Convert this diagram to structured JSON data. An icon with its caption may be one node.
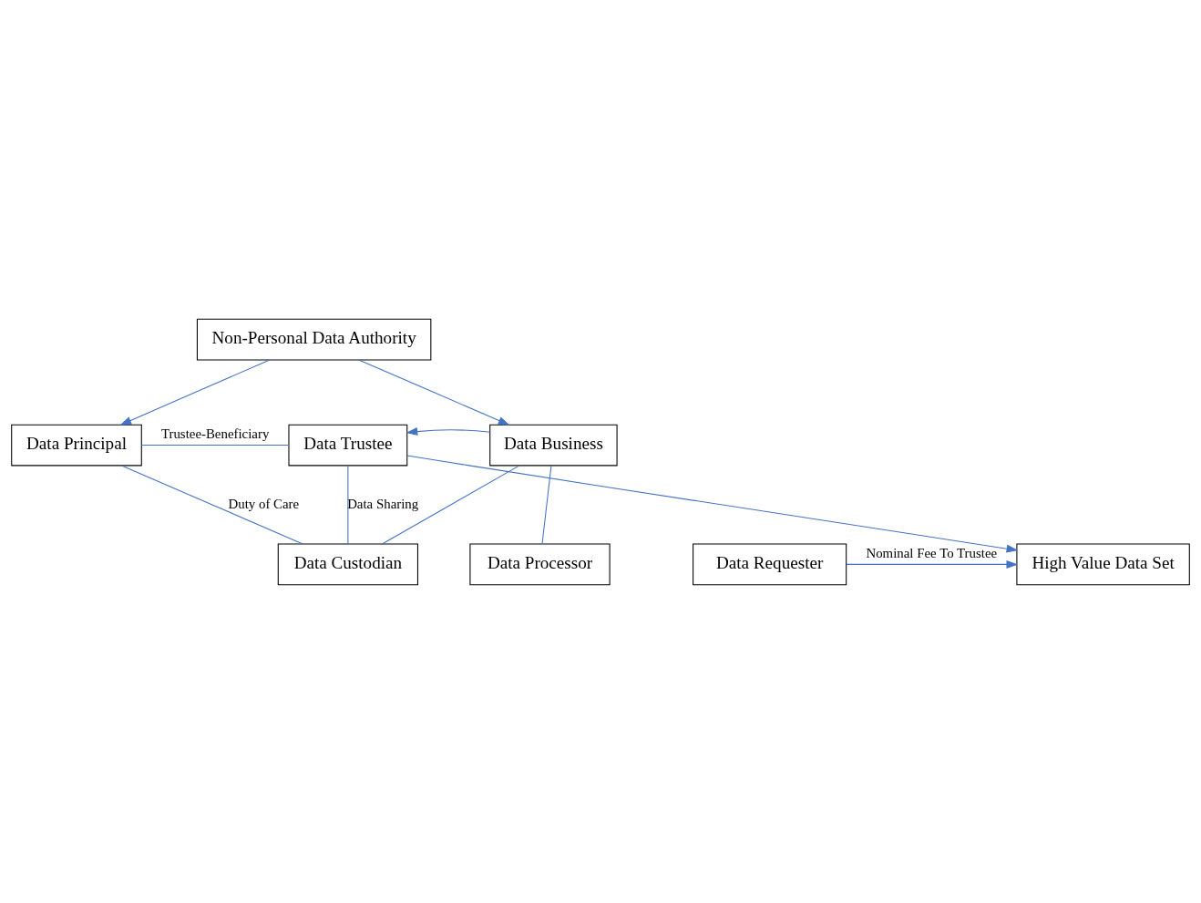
{
  "diagram": {
    "nodes": [
      {
        "text": [
          "Non-Personal Data Authority"
        ]
      },
      {
        "text": [
          "Data Principal"
        ]
      },
      {
        "text": [
          "Data Trustee"
        ]
      },
      {
        "text": [
          "Data Business"
        ]
      },
      {
        "text": [
          "Data Custodian"
        ]
      },
      {
        "text": [
          "Data Processor"
        ]
      },
      {
        "text": [
          "Data Requester"
        ]
      },
      {
        "text": [
          "High Value Data Set"
        ]
      }
    ],
    "edges": [
      {
        "from": 0,
        "to": 1,
        "arrow": "to"
      },
      {
        "from": 0,
        "to": 3,
        "arrow": "to"
      },
      {
        "from": 1,
        "to": 2,
        "arrow": "none",
        "label": "Trustee-Beneficiary"
      },
      {
        "from": 3,
        "to": 2,
        "arrow": "to"
      },
      {
        "from": 1,
        "to": 4,
        "arrow": "none",
        "label": "Duty of Care"
      },
      {
        "from": 2,
        "to": 4,
        "arrow": "none",
        "label": "Data Sharing"
      },
      {
        "from": 2,
        "to": 7,
        "arrow": "to"
      },
      {
        "from": 3,
        "to": 4,
        "arrow": "none"
      },
      {
        "from": 3,
        "to": 5,
        "arrow": "none"
      },
      {
        "from": 6,
        "to": 7,
        "arrow": "to",
        "label": "Nominal Fee To Trustee"
      }
    ]
  }
}
